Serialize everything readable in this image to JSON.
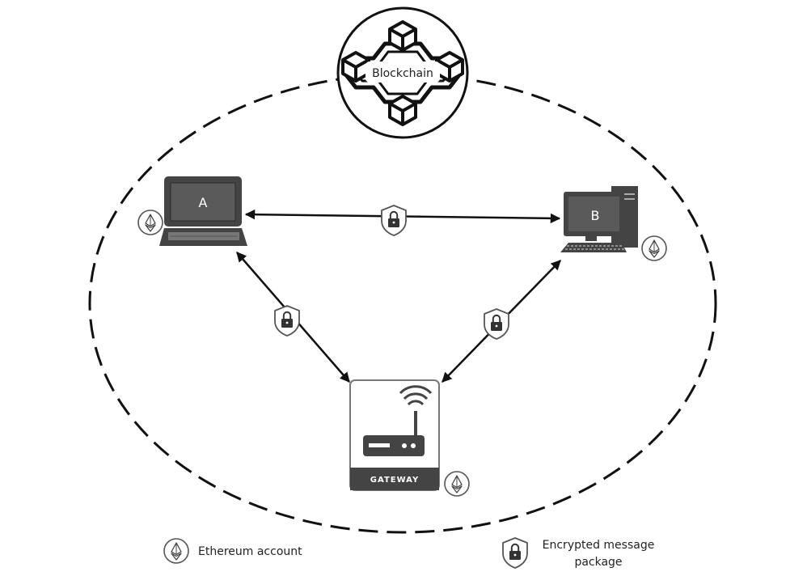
{
  "diagram": {
    "blockchain": {
      "label": "Blockchain"
    },
    "node_a": {
      "label": "A"
    },
    "node_b": {
      "label": "B"
    },
    "gateway": {
      "label": "GATEWAY"
    },
    "legend": {
      "ethereum": {
        "label": "Ethereum account"
      },
      "encrypted": {
        "line1": "Encrypted message",
        "line2": "package"
      }
    }
  }
}
